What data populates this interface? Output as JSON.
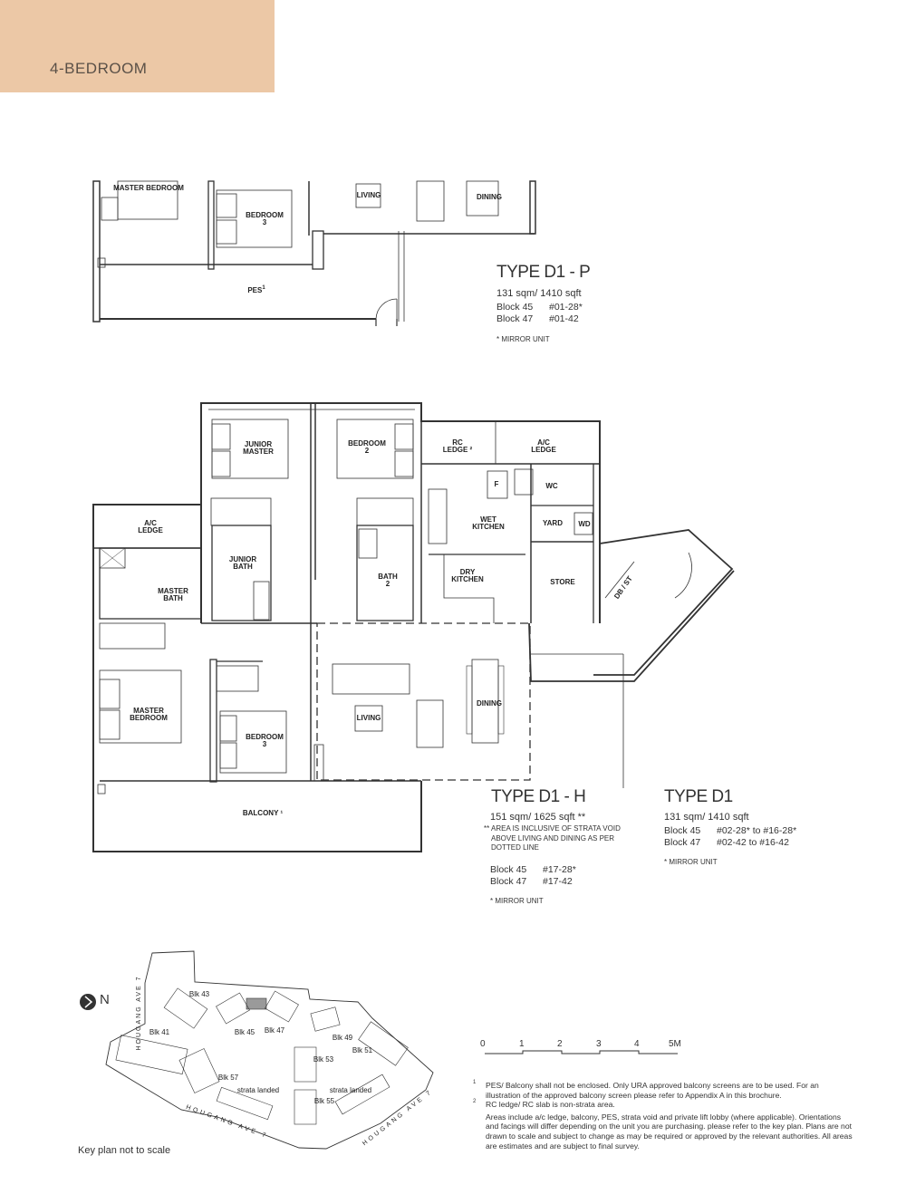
{
  "header": {
    "title": "4-BEDROOM",
    "color": "#ecc8a6"
  },
  "plan_p": {
    "rooms": {
      "master_bedroom": "MASTER BEDROOM",
      "bedroom3": "BEDROOM",
      "bedroom3_num": "3",
      "living": "LIVING",
      "dining": "DINING",
      "pes": "PES",
      "pes_sup": "1"
    },
    "title": "TYPE D1 - P",
    "area": "131 sqm/ 1410 sqft",
    "blocks": [
      {
        "block": "Block 45",
        "units": "#01-28*"
      },
      {
        "block": "Block 47",
        "units": "#01-42"
      }
    ],
    "mirror_note": "* MIRROR UNIT"
  },
  "plan_main": {
    "rooms": {
      "junior_master": [
        "JUNIOR",
        "MASTER"
      ],
      "bedroom2": [
        "BEDROOM",
        "2"
      ],
      "rc_ledge": [
        "RC",
        "LEDGE ²"
      ],
      "ac_ledge_right": [
        "A/C",
        "LEDGE"
      ],
      "ac_ledge_left": [
        "A/C",
        "LEDGE"
      ],
      "wet_kitchen": [
        "WET",
        "KITCHEN"
      ],
      "dry_kitchen": [
        "DRY",
        "KITCHEN"
      ],
      "fridge": "F",
      "wc": "WC",
      "yard": "YARD",
      "wd": "WD",
      "store": "STORE",
      "db_st": "DB / ST",
      "junior_bath": [
        "JUNIOR",
        "BATH"
      ],
      "bath2": [
        "BATH",
        "2"
      ],
      "master_bath": [
        "MASTER",
        "BATH"
      ],
      "master_bedroom": [
        "MASTER",
        "BEDROOM"
      ],
      "bedroom3": [
        "BEDROOM",
        "3"
      ],
      "living": "LIVING",
      "dining": "DINING",
      "balcony": "BALCONY ¹"
    }
  },
  "type_d1_h": {
    "title": "TYPE D1 - H",
    "area": "151 sqm/ 1625 sqft **",
    "note": [
      "** AREA IS INCLUSIVE OF STRATA VOID",
      "ABOVE LIVING AND DINING AS PER",
      "DOTTED LINE"
    ],
    "blocks": [
      {
        "block": "Block 45",
        "units": "#17-28*"
      },
      {
        "block": "Block 47",
        "units": "#17-42"
      }
    ],
    "mirror_note": "* MIRROR UNIT"
  },
  "type_d1": {
    "title": "TYPE D1",
    "area": "131 sqm/ 1410 sqft",
    "blocks": [
      {
        "block": "Block 45",
        "units": "#02-28* to #16-28*"
      },
      {
        "block": "Block 47",
        "units": "#02-42 to #16-42"
      }
    ],
    "mirror_note": "* MIRROR UNIT"
  },
  "key_plan": {
    "north": "N",
    "roads": [
      "HOUGANG AVE 7",
      "HOUGANG AVE 7",
      "HOUGANG AVE 7"
    ],
    "blocks": [
      "Blk 43",
      "Blk 45",
      "Blk 47",
      "Blk 49",
      "Blk 41",
      "Blk 51",
      "Blk 53",
      "Blk 57",
      "Blk 55"
    ],
    "strata": "strata landed",
    "caption": "Key plan not to scale",
    "highlight_color": "#9a9a9a"
  },
  "scale": {
    "ticks": [
      "0",
      "1",
      "2",
      "3",
      "4",
      "5M"
    ]
  },
  "footnotes": {
    "n1_mark": "1",
    "n1": "PES/ Balcony shall not be enclosed. Only URA approved balcony screens are to be used. For an illustration of the approved balcony screen please refer to Appendix A in this brochure.",
    "n2_mark": "2",
    "n2": "RC ledge/ RC slab is non-strata area.",
    "general": "Areas include a/c ledge, balcony, PES, strata void and private lift lobby (where applicable). Orientations and facings will differ depending on the unit you are purchasing. please refer to the key plan. Plans are not drawn to scale and subject to change as may be required or approved by the relevant authorities. All areas are estimates and are subject to final survey."
  }
}
